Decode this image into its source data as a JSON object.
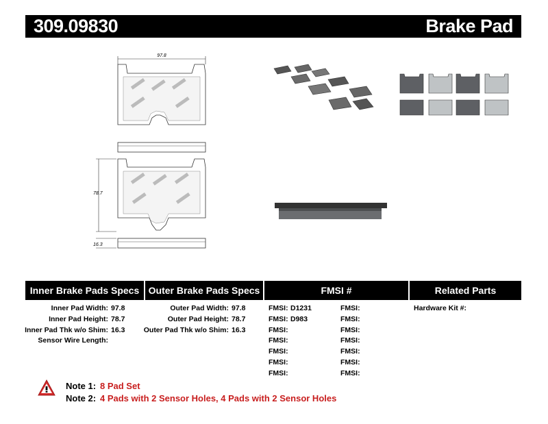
{
  "header": {
    "part_number": "309.09830",
    "doc_type": "Brake Pad"
  },
  "drawing": {
    "width_dim": "97.8",
    "height_dim": "78.7",
    "thickness_dim": "16.3"
  },
  "columns": {
    "inner": "Inner Brake Pads Specs",
    "outer": "Outer Brake Pads Specs",
    "fmsi": "FMSI #",
    "related": "Related Parts"
  },
  "inner_specs": [
    {
      "label": "Inner Pad Width:",
      "value": "97.8"
    },
    {
      "label": "Inner Pad Height:",
      "value": "78.7"
    },
    {
      "label": "Inner Pad Thk w/o Shim:",
      "value": "16.3"
    },
    {
      "label": "Sensor Wire Length:",
      "value": ""
    }
  ],
  "outer_specs": [
    {
      "label": "Outer Pad Width:",
      "value": "97.8"
    },
    {
      "label": "Outer Pad Height:",
      "value": "78.7"
    },
    {
      "label": "Outer Pad Thk w/o Shim:",
      "value": "16.3"
    }
  ],
  "fmsi_left": [
    {
      "label": "FMSI:",
      "value": "D1231"
    },
    {
      "label": "FMSI:",
      "value": "D983"
    },
    {
      "label": "FMSI:",
      "value": ""
    },
    {
      "label": "FMSI:",
      "value": ""
    },
    {
      "label": "FMSI:",
      "value": ""
    },
    {
      "label": "FMSI:",
      "value": ""
    },
    {
      "label": "FMSI:",
      "value": ""
    }
  ],
  "fmsi_right": [
    {
      "label": "FMSI:"
    },
    {
      "label": "FMSI:"
    },
    {
      "label": "FMSI:"
    },
    {
      "label": "FMSI:"
    },
    {
      "label": "FMSI:"
    },
    {
      "label": "FMSI:"
    },
    {
      "label": "FMSI:"
    }
  ],
  "related": {
    "hardware_kit": "Hardware Kit #:"
  },
  "notes": [
    {
      "label": "Note 1:",
      "value": "8 Pad Set"
    },
    {
      "label": "Note 2:",
      "value": "4 Pads with 2 Sensor Holes, 4 Pads with 2 Sensor Holes"
    }
  ],
  "colors": {
    "header_bg": "#000000",
    "note_red": "#c81e1e",
    "warning_red": "#d42a2a"
  }
}
